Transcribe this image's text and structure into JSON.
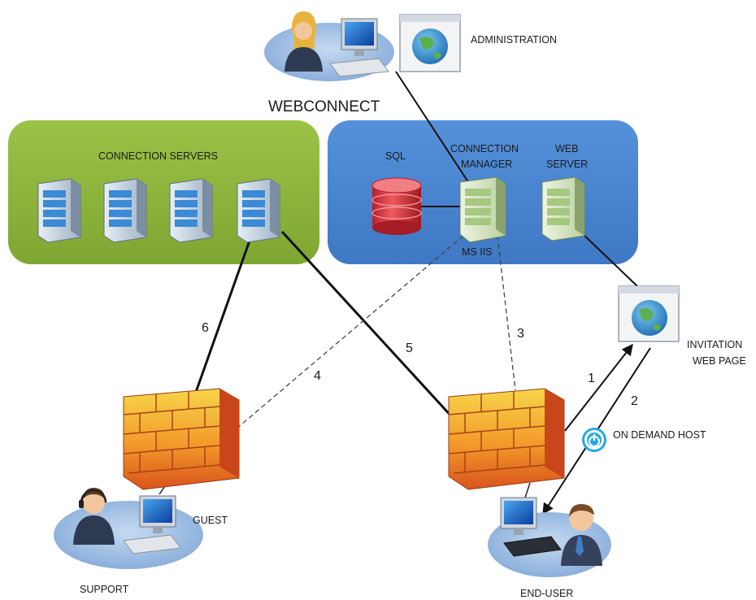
{
  "title": "WEBCONNECT",
  "groups": {
    "connection_servers": "CONNECTION SERVERS"
  },
  "nodes": {
    "administration": "ADMINISTRATION",
    "sql": "SQL",
    "connection_manager_line1": "CONNECTION",
    "connection_manager_line2": "MANAGER",
    "web_server_line1": "WEB",
    "web_server_line2": "SERVER",
    "ms_iis": "MS IIS",
    "invitation_line1": "INVITATION",
    "invitation_line2": "WEB PAGE",
    "on_demand_host": "ON DEMAND HOST",
    "guest": "GUEST",
    "support": "SUPPORT",
    "end_user": "END-USER"
  },
  "steps": [
    "1",
    "2",
    "3",
    "4",
    "5",
    "6"
  ],
  "colors": {
    "green_panel": "#8db33a",
    "blue_panel": "#4a85d0",
    "ellipse": "#9dbde3",
    "server_blue": "#3a8ad6",
    "server_green": "#a6c880",
    "db_red": "#d8303a",
    "power_icon": "#27a9e1"
  }
}
